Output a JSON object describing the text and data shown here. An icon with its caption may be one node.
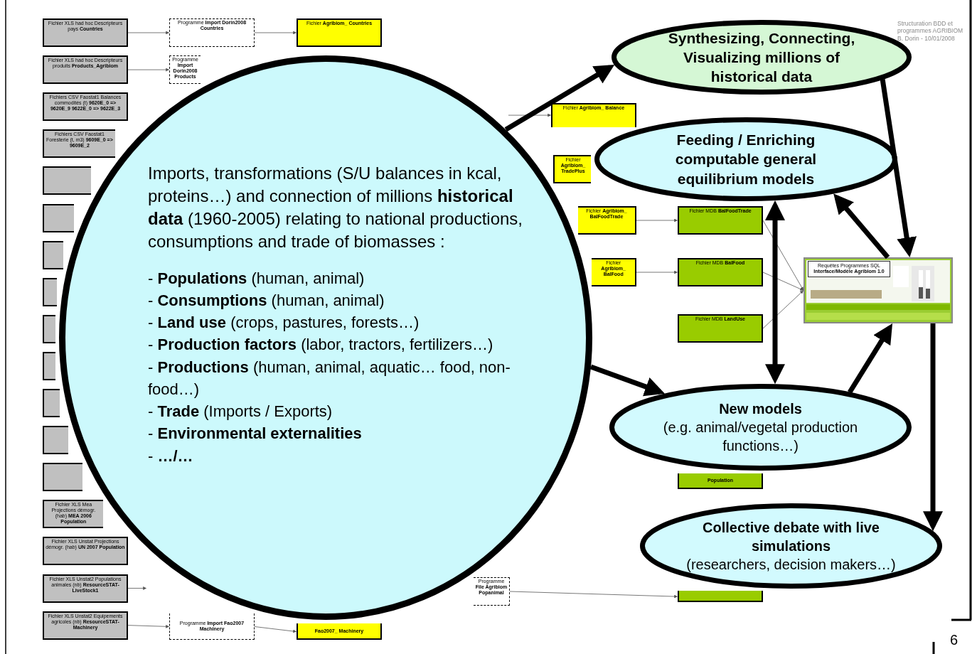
{
  "diagram": {
    "nodes": [
      {
        "text": [
          "Fichier XLS had hoc Descripteurs pays **Countries**"
        ]
      },
      {
        "text": [
          "Fichier XLS had hoc Descripteurs produits **Products_Agribiom**"
        ]
      },
      {
        "text": [
          "Fichiers CSV Faostat1 Balances commodités (t) **9620E_0 => 9620E_9 9622E_0 => 9622E_3**"
        ]
      },
      {
        "text": [
          "Fichiers CSV Faostat1 Foresterie (t, m3) **9609E_0 => 9609E_2**"
        ]
      },
      {
        "text": [],
        "shape": "box"
      },
      {
        "text": [],
        "shape": "box"
      },
      {
        "text": [],
        "shape": "box"
      },
      {
        "text": [],
        "shape": "box"
      },
      {
        "text": [],
        "shape": "box"
      },
      {
        "text": [],
        "shape": "box"
      },
      {
        "text": [],
        "shape": "box"
      },
      {
        "text": [],
        "shape": "box"
      },
      {
        "text": [],
        "shape": "box"
      },
      {
        "text": [
          "Fichier XLS Mea Projections démogr. (hab) **MEA 2006 Population**"
        ]
      },
      {
        "text": [
          "Fichier XLS Unstat Projections démogr. (hab) **UN 2007 Population**"
        ]
      },
      {
        "text": [
          "Fichier XLS Unstat2 Populations animales (nb) **ResourceSTAT-LiveStock1**"
        ]
      },
      {
        "text": [
          "Fichier XLS Unstat2 Equipements agricoles (nb) **ResourceSTAT-Machinery**"
        ]
      },
      {
        "text": [
          "Programme **Import Dorin2008 Countries**"
        ]
      },
      {
        "text": [
          "Programme **Import Dorin2008 Products**"
        ]
      },
      {
        "text": [
          "Programme **Import Fao2007 Machinery**"
        ]
      },
      {
        "text": [
          "Fichier **Agribiom_ Countries**"
        ]
      },
      {
        "text": [
          "Fao2007_ Machinery"
        ]
      },
      {
        "text": [
          "Programme **File Agribiom Popanimal**"
        ]
      },
      {
        "text": [
          "Fichier **Agribiom_ Balance**"
        ]
      },
      {
        "text": [
          "Fichier **Agribiom_ TradePlus**"
        ]
      },
      {
        "text": [
          "Fichier **Agribiom_ BalFoodTrade**"
        ]
      },
      {
        "text": [
          "Fichier **Agribiom_ BalFood**"
        ]
      },
      {
        "text": [
          "Fichier MDB **BalFoodTrade**"
        ]
      },
      {
        "text": [
          "Fichier MDB **BalFood**"
        ]
      },
      {
        "text": [
          "Fichier MDB **LandUse**"
        ]
      },
      {
        "text": [
          "Population"
        ]
      },
      {
        "text": [],
        "shape": "box"
      },
      {
        "text": [
          "Requêtes Programmes SQL **Interface/Modèle Agribiom 1.0**"
        ]
      },
      {
        "text": [
          "Imports, transformations (S/U balances in kcal, proteins…) and connection of millions **historical data** (1960-2005) relating to national productions, consumptions and trade of biomasses :",
          "- **Populations** (human, animal)",
          "- **Consumptions** (human, animal)",
          "- **Land use** (crops, pastures, forests…)",
          "- **Production factors** (labor, tractors, fertilizers…)",
          "- **Productions** (human, animal, aquatic… food, non-food…)",
          "- **Trade** (Imports / Exports)",
          "- **Environmental externalities**",
          "- **…/…**"
        ]
      },
      {
        "text": [
          "Synthesizing, Connecting, Visualizing millions of historical data"
        ]
      },
      {
        "text": [
          "Feeding / Enriching computable general equilibrium models"
        ]
      },
      {
        "text": [
          "New models",
          "(e.g. animal/vegetal production functions…)"
        ]
      },
      {
        "text": [
          "Collective debate with live simulations",
          "(researchers, decision makers…)"
        ]
      }
    ],
    "edges": [
      {
        "from": 0,
        "to": 17,
        "arrow": "to"
      },
      {
        "from": 1,
        "to": 18,
        "arrow": "to"
      },
      {
        "from": 15,
        "to": null,
        "arrow": "to"
      },
      {
        "from": 16,
        "to": 19,
        "arrow": "to"
      },
      {
        "from": 17,
        "to": 20,
        "arrow": "to"
      },
      {
        "from": 19,
        "to": 21,
        "arrow": "to"
      },
      {
        "from": null,
        "to": 23,
        "arrow": "to"
      },
      {
        "from": 22,
        "to": 31,
        "arrow": "to"
      },
      {
        "from": 25,
        "to": 27,
        "arrow": "to"
      },
      {
        "from": 26,
        "to": 28,
        "arrow": "to"
      },
      {
        "from": 27,
        "to": 32,
        "arrow": "to"
      },
      {
        "from": 28,
        "to": 32,
        "arrow": "to"
      },
      {
        "from": 29,
        "to": 32,
        "arrow": "to"
      },
      {
        "from": 33,
        "to": 34,
        "arrow": "to",
        "style": "thick"
      },
      {
        "from": 34,
        "to": 32,
        "arrow": "to",
        "style": "thick"
      },
      {
        "from": 32,
        "to": 35,
        "arrow": "to",
        "style": "thick"
      },
      {
        "from": 35,
        "to": 36,
        "arrow": "both",
        "style": "thick"
      },
      {
        "from": 33,
        "to": 36,
        "arrow": "to",
        "style": "thick"
      },
      {
        "from": 36,
        "to": 32,
        "arrow": "to",
        "style": "thick"
      },
      {
        "from": 32,
        "to": 37,
        "arrow": "to",
        "style": "thick"
      }
    ],
    "labels": [
      "Structuration BDD et programmes AGRIBIOM",
      "B. Dorin - 10/01/2008",
      "6"
    ]
  }
}
